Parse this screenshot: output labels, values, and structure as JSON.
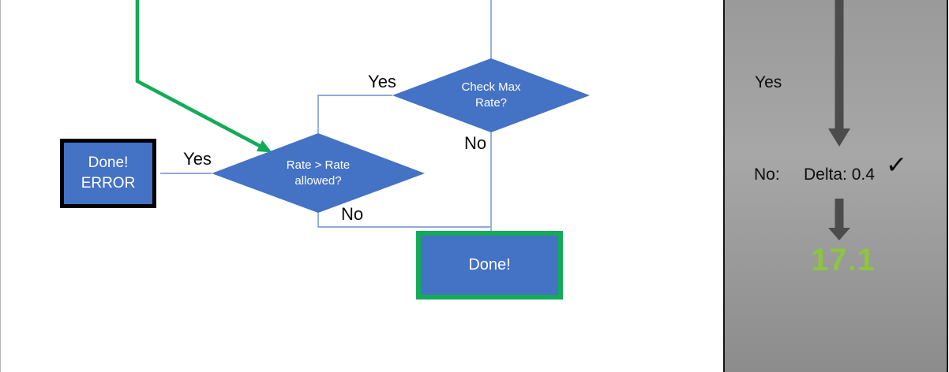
{
  "slide": {
    "decision_check_max_rate": {
      "line1": "Check Max",
      "line2": "Rate?",
      "yes": "Yes",
      "no": "No"
    },
    "decision_rate_allowed": {
      "line1": "Rate > Rate",
      "line2": "allowed?",
      "yes": "Yes",
      "no": "No"
    },
    "error_box": {
      "line1": "Done!",
      "line2": "ERROR"
    },
    "done_box": {
      "label": "Done!"
    }
  },
  "side_panel": {
    "yes_label": "Yes",
    "no_label": "No:",
    "delta_text": "Delta: 0.4",
    "check_mark": "✓",
    "result_value": "17.1"
  },
  "colors": {
    "shape_blue": "#4472C4",
    "connector_blue": "#6c8ecb",
    "accent_green": "#13AB57",
    "result_green": "#8CC63F",
    "arrow_gray": "#4C4C4C",
    "panel_gray": "#9a9a9a"
  }
}
